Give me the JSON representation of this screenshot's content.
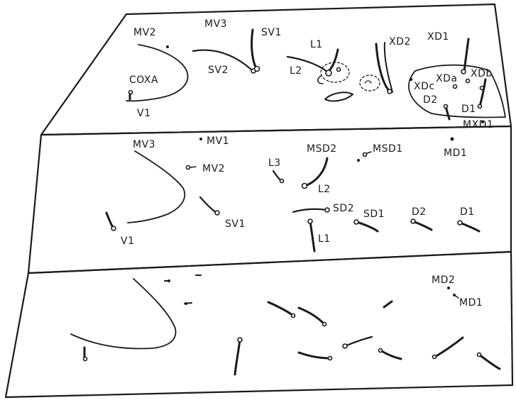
{
  "panels": [
    {
      "id": "top",
      "labels": [
        "MV2",
        "MV3",
        "SV1",
        "L1",
        "XD2",
        "XD1",
        "COXA",
        "SV2",
        "L2",
        "XDa",
        "XDb",
        "XDc",
        "D2",
        "D1",
        "MXD1",
        "V1"
      ]
    },
    {
      "id": "middle",
      "labels": [
        "MV3",
        "MV1",
        "MV2",
        "L3",
        "MSD2",
        "MSD1",
        "MD1",
        "L2",
        "SD2",
        "SD1",
        "D2",
        "D1",
        "SV1",
        "V1",
        "L1"
      ]
    },
    {
      "id": "bottom",
      "labels": [
        "MD2",
        "MD1"
      ]
    }
  ]
}
